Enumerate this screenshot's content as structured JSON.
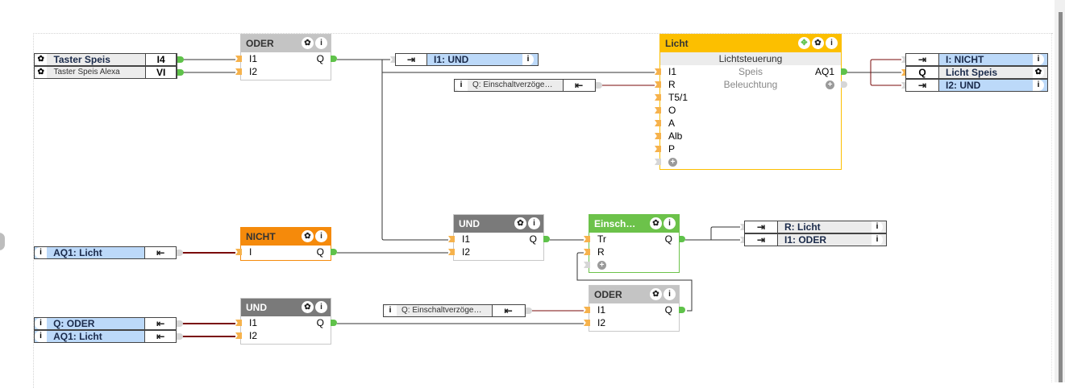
{
  "colors": {
    "header_gray": "#c4c4c4",
    "header_dark": "#7a7a7a",
    "header_orange": "#f58a0b",
    "header_green": "#6cc24a",
    "header_yellow": "#fcbf00",
    "teal": "#3cf2d0",
    "blue": "#bcd9f9",
    "wire_dark": "#333333",
    "wire_red": "#7a0a0a"
  },
  "inputs_top": [
    {
      "name": "Taster Speis",
      "tag": "I4",
      "icon": "gear-icon"
    },
    {
      "name": "Taster Speis Alexa",
      "tag": "VI",
      "icon": "gear-icon"
    }
  ],
  "blocks": {
    "oder1": {
      "title": "ODER",
      "inputs": [
        "I1",
        "I2"
      ],
      "output": "Q"
    },
    "licht": {
      "title": "Licht",
      "subtitle": "Lichtsteuerung",
      "inputs": [
        "I1",
        "R",
        "T5/1",
        "O",
        "A",
        "Alb",
        "P"
      ],
      "input_labels": [
        "Speis",
        "Beleuchtung"
      ],
      "outputs": [
        "AQ1"
      ]
    },
    "nicht": {
      "title": "NICHT",
      "inputs": [
        "I"
      ],
      "output": "Q"
    },
    "und1": {
      "title": "UND",
      "inputs": [
        "I1",
        "I2"
      ],
      "output": "Q"
    },
    "einsch": {
      "title": "Einsch…",
      "inputs": [
        "Tr",
        "R"
      ],
      "output": "Q"
    },
    "oder2": {
      "title": "ODER",
      "inputs": [
        "I1",
        "I2"
      ],
      "output": "Q"
    },
    "und2": {
      "title": "UND",
      "inputs": [
        "I1",
        "I2"
      ],
      "output": "Q"
    }
  },
  "refs": {
    "i1_und": {
      "label": "I1: UND",
      "icon": "info-icon"
    },
    "q_einschalt_top": {
      "label": "Q: Einschaltverzöge…",
      "icon": "info-icon"
    },
    "q_einschalt_bottom": {
      "label": "Q: Einschaltverzöge…",
      "icon": "info-icon"
    },
    "aq1_licht_mid": {
      "label": "AQ1: Licht",
      "icon": "info-icon"
    },
    "q_oder": {
      "label": "Q: ODER",
      "icon": "info-icon"
    },
    "aq1_licht_bottom": {
      "label": "AQ1: Licht",
      "icon": "info-icon"
    },
    "r_licht": {
      "label": "R: Licht",
      "icon": "info-icon"
    },
    "i1_oder": {
      "label": "I1: ODER",
      "icon": "info-icon"
    }
  },
  "outputs_right": [
    {
      "tag": "",
      "name": "I: NICHT",
      "icon": "info-icon"
    },
    {
      "tag": "Q",
      "name": "Licht Speis",
      "icon": "gear-icon"
    },
    {
      "tag": "",
      "name": "I2: UND",
      "icon": "info-icon"
    }
  ],
  "icons": {
    "gear": "✿",
    "info": "i",
    "move": "✥",
    "plus": "+"
  }
}
